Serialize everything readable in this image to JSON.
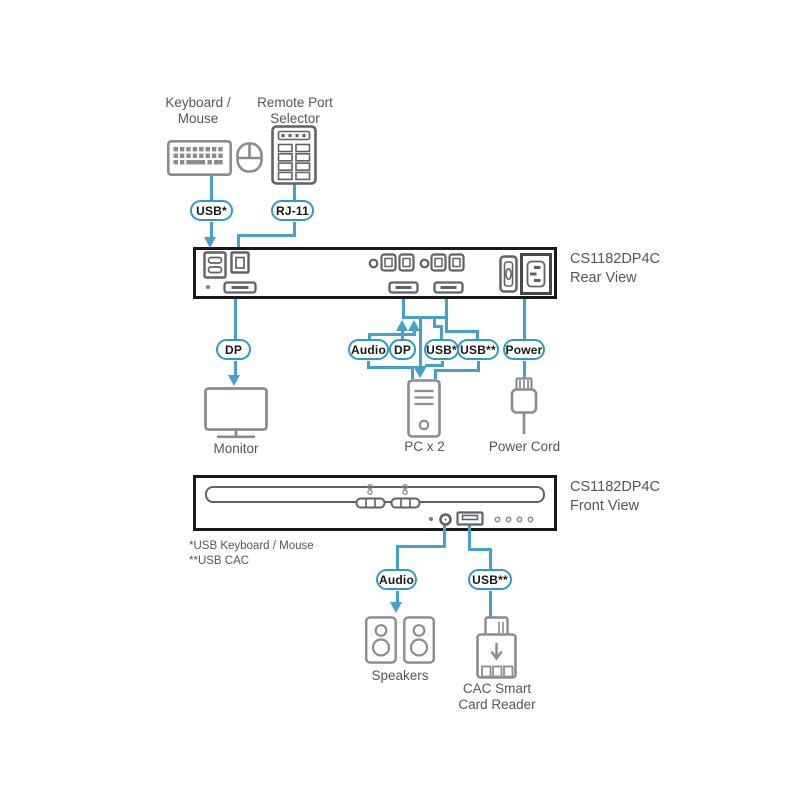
{
  "product": "CS1182DP4C",
  "colors": {
    "cable_blue": "#44a2ca",
    "badge_border": "#2d9aca",
    "panel_border": "#19191b",
    "icon_gray": "#8a8c8e",
    "port_gray": "#606265",
    "text_gray": "#54565a"
  },
  "labels": {
    "keyboard_mouse": [
      "Keyboard /",
      "Mouse"
    ],
    "remote_selector": [
      "Remote Port",
      "Selector"
    ],
    "rear_title": [
      "CS1182DP4C",
      "Rear View"
    ],
    "front_title": [
      "CS1182DP4C",
      "Front View"
    ],
    "monitor": "Monitor",
    "pc": "PC x 2",
    "power_cord": "Power Cord",
    "speakers": "Speakers",
    "card_reader": [
      "CAC Smart",
      "Card Reader"
    ],
    "footnotes": [
      "*USB Keyboard / Mouse",
      "**USB CAC"
    ]
  },
  "badges": {
    "usb_keyboard": "USB*",
    "rj11": "RJ-11",
    "dp_monitor": "DP",
    "audio_rear": "Audio",
    "dp_rear": "DP",
    "usb_star_rear": "USB*",
    "usb_dstar_rear": "USB**",
    "power": "Power",
    "audio_front": "Audio",
    "usb_dstar_front": "USB**"
  }
}
